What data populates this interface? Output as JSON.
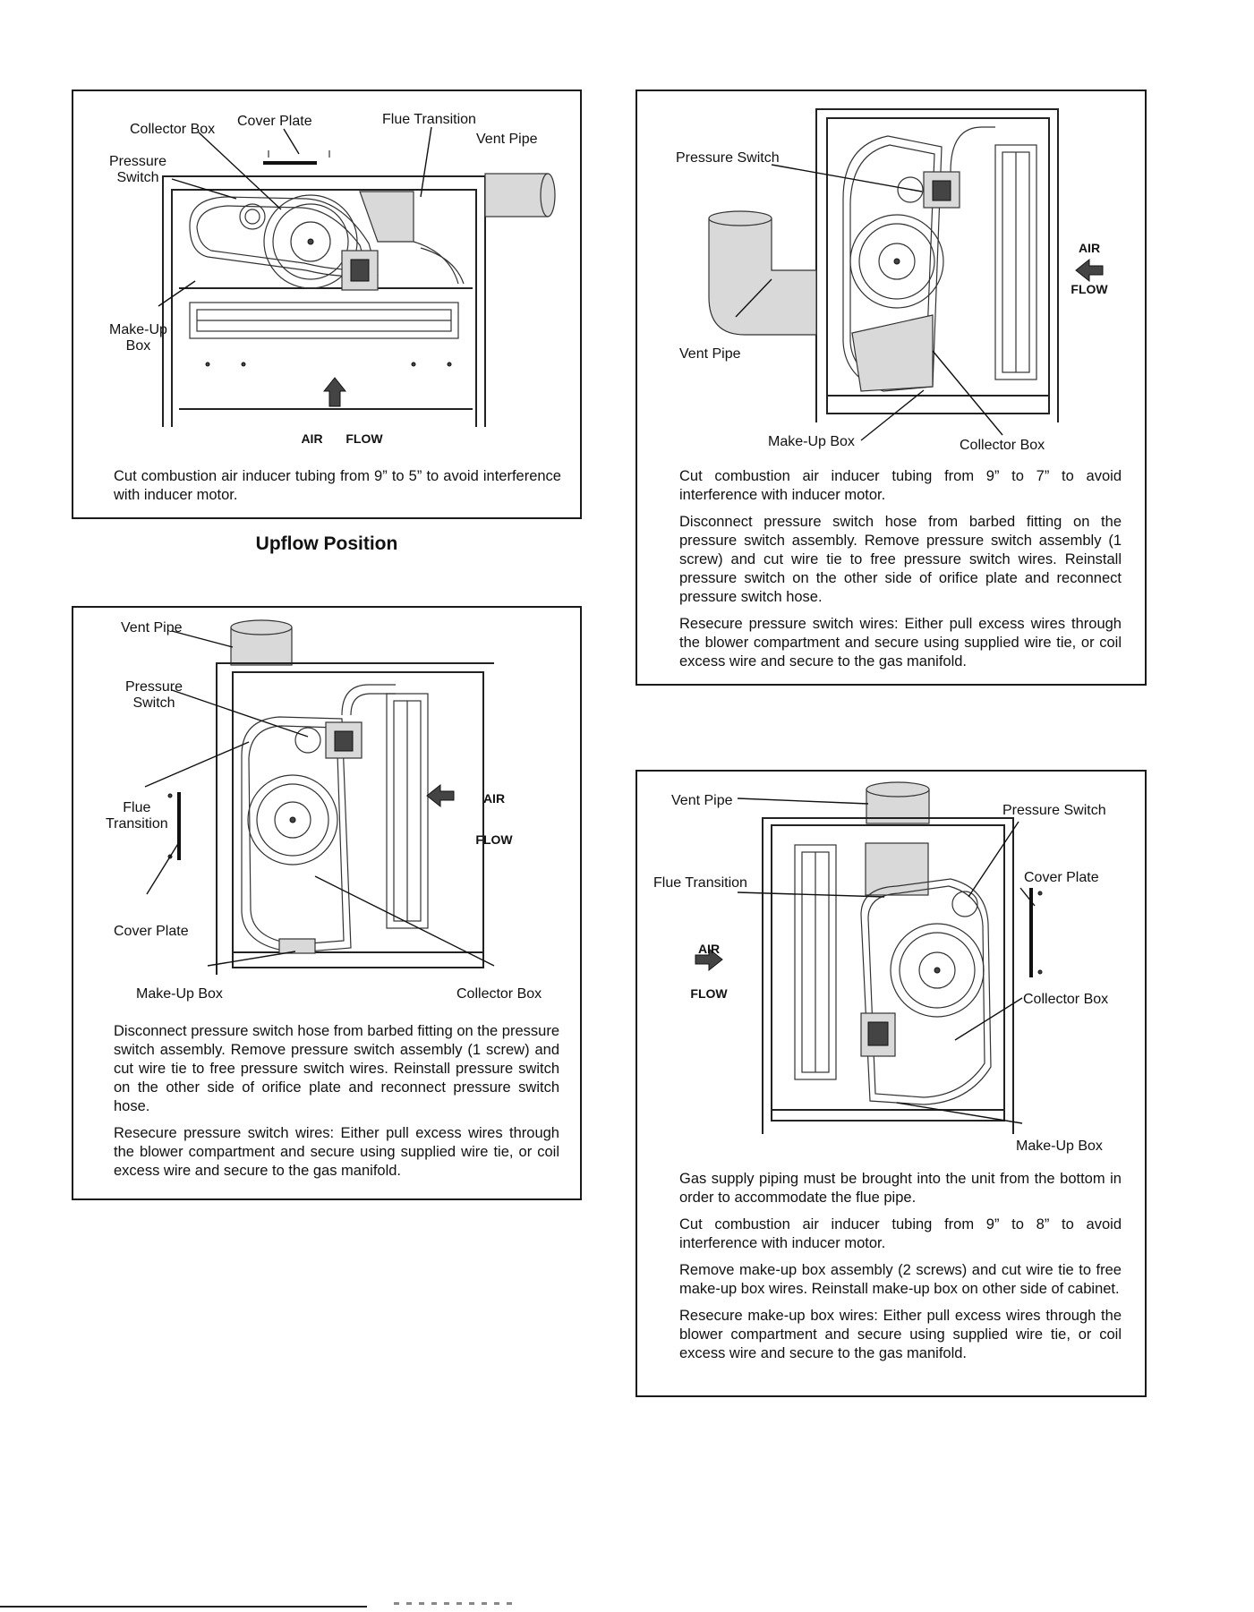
{
  "panel1": {
    "labels": {
      "collector_box": "Collector Box",
      "cover_plate": "Cover Plate",
      "flue_transition": "Flue Transition",
      "vent_pipe": "Vent Pipe",
      "pressure_switch": "Pressure\nSwitch",
      "make_up_box": "Make-Up\nBox"
    },
    "air": "AIR",
    "flow": "FLOW",
    "text": "Cut combustion air inducer tubing from 9” to 5” to avoid interference with inducer motor."
  },
  "heading": "Upflow Position",
  "panel2": {
    "labels": {
      "vent_pipe": "Vent Pipe",
      "pressure_switch": "Pressure\nSwitch",
      "flue_transition": "Flue\nTransition",
      "cover_plate": "Cover Plate",
      "make_up_box": "Make-Up Box",
      "collector_box": "Collector Box"
    },
    "air": "AIR",
    "flow": "FLOW",
    "paragraphs": [
      "Disconnect pressure switch hose from barbed fitting on the pressure switch assembly. Remove pressure switch assembly (1 screw) and cut wire tie to free pressure switch wires. Reinstall pressure switch on the other side of orifice plate and reconnect pressure switch hose.",
      "Resecure pressure switch wires: Either pull excess wires through the blower compartment and secure using supplied wire tie, or coil excess wire and secure to the gas manifold."
    ]
  },
  "panel3": {
    "labels": {
      "pressure_switch": "Pressure Switch",
      "vent_pipe": "Vent Pipe",
      "make_up_box": "Make-Up Box",
      "collector_box": "Collector Box"
    },
    "air": "AIR",
    "flow": "FLOW",
    "paragraphs": [
      "Cut combustion air inducer tubing from 9” to 7” to avoid interference with inducer motor.",
      "Disconnect pressure switch hose from barbed fitting on the pressure switch assembly. Remove pressure switch assembly (1 screw) and cut wire tie to free pressure switch wires. Reinstall pressure switch on the other side of orifice plate and reconnect pressure switch hose.",
      "Resecure pressure switch wires: Either pull excess wires through the blower compartment and secure using supplied wire tie, or coil excess wire and secure to the gas manifold."
    ]
  },
  "panel4": {
    "labels": {
      "vent_pipe": "Vent Pipe",
      "pressure_switch": "Pressure Switch",
      "flue_transition": "Flue Transition",
      "cover_plate": "Cover Plate",
      "collector_box": "Collector Box",
      "make_up_box": "Make-Up Box"
    },
    "air": "AIR",
    "flow": "FLOW",
    "paragraphs": [
      "Gas supply piping must be brought into the unit from the bottom in order to accommodate the flue pipe.",
      "Cut combustion air inducer tubing from 9” to 8” to avoid interference with inducer motor.",
      "Remove make-up box assembly (2 screws) and cut wire tie to free make-up box wires. Reinstall make-up box on other side of cabinet.",
      "Resecure make-up box wires: Either pull excess wires through the blower compartment and secure using supplied wire tie, or coil excess wire and secure to the gas manifold."
    ]
  }
}
